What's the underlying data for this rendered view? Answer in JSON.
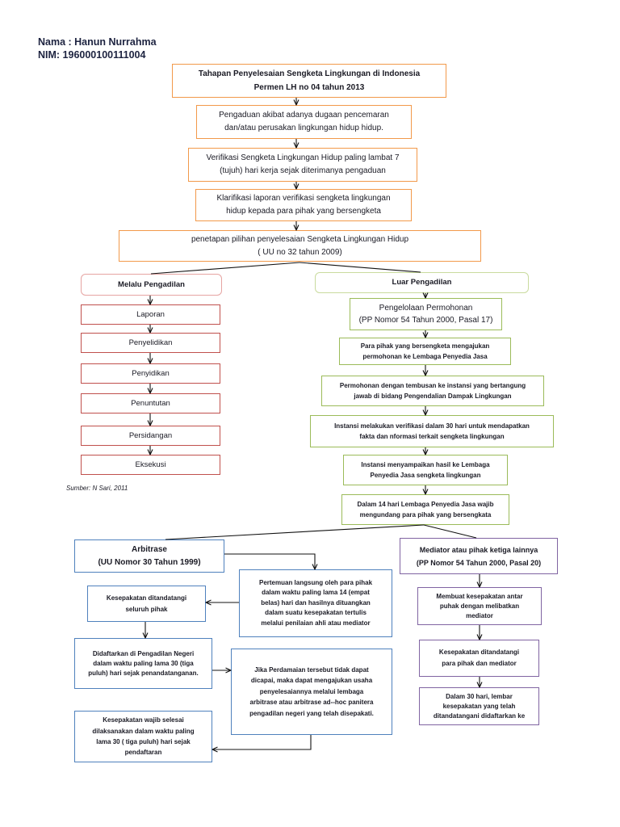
{
  "header": {
    "name": "Nama : Hanun Nurrahma",
    "nim": "NIM: 196000100111004"
  },
  "title_box": {
    "lines": [
      "Tahapan Penyelesaian Sengketa Lingkungan di Indonesia",
      "Permen LH no 04 tahun 2013"
    ]
  },
  "steps": [
    {
      "lines": [
        "Pengaduan akibat adanya dugaan pencemaran",
        "dan/atau perusakan lingkungan hidup hidup."
      ]
    },
    {
      "lines": [
        "Verifikasi Sengketa Lingkungan Hidup paling lambat 7",
        "(tujuh) hari kerja sejak diterimanya pengaduan"
      ]
    },
    {
      "lines": [
        "Klarifikasi laporan verifikasi sengketa lingkungan",
        "hidup kepada para pihak yang bersengketa"
      ]
    },
    {
      "lines": [
        "penetapan pilihan penyelesaian Sengketa Lingkungan Hidup",
        "( UU no 32 tahun 2009)"
      ]
    }
  ],
  "court": {
    "heading": "Melalu Pengadilan",
    "steps": [
      "Laporan",
      "Penyelidikan",
      "Penyidikan",
      "Penuntutan",
      "Persidangan",
      "Eksekusi"
    ],
    "source": "Sumber: N Sari, 2011"
  },
  "out_of_court": {
    "heading": "Luar Pengadilan",
    "steps": [
      {
        "lines": [
          "Pengelolaan Permohonan",
          "(PP Nomor 54 Tahun 2000, Pasal 17)"
        ]
      },
      {
        "lines": [
          "Para pihak yang bersengketa mengajukan",
          "permohonan ke Lembaga Penyedia Jasa"
        ]
      },
      {
        "lines": [
          "Permohonan dengan tembusan ke instansi yang bertangung",
          "jawab di bidang Pengendalian Dampak Lingkungan"
        ]
      },
      {
        "lines": [
          "Instansi melakukan verifikasi dalam 30 hari untuk mendapatkan",
          "fakta dan nformasi terkait sengketa  lingkungan"
        ]
      },
      {
        "lines": [
          "Instansi menyampaikan hasil ke Lembaga",
          "Penyedia Jasa sengketa  lingkungan"
        ]
      },
      {
        "lines": [
          "Dalam 14 hari Lembaga Penyedia Jasa wajib",
          "mengundang para pihak yang bersengkata"
        ]
      }
    ]
  },
  "arbitration": {
    "heading": [
      "Arbitrase",
      "(UU Nomor 30 Tahun 1999)"
    ],
    "meeting": [
      "Pertemuan langsung oleh para pihak",
      "dalam waktu paling lama 14 (empat",
      "belas) hari dan hasilnya dituangkan",
      "dalam suatu kesepakatan tertulis",
      "melalui penilaian ahli atau mediator"
    ],
    "signed": [
      "Kesepakatan ditandatangi",
      "seluruh pihak"
    ],
    "registered": [
      "Didaftarkan di Pengadilan Negeri",
      "dalam waktu paling lama 30 (tiga",
      "puluh) hari sejak penandatanganan."
    ],
    "failure": [
      "Jika Perdamaian tersebut tidak dapat",
      "dicapai, maka dapat mengajukan usaha",
      "penyelesaiannya melalui lembaga",
      "arbitrase atau arbitrase ad--hoc panitera",
      "pengadilan negeri yang telah disepakati."
    ],
    "execution": [
      "Kesepakatan wajib selesai",
      "dilaksanakan dalam waktu paling",
      "lama 30 ( tiga puluh) hari sejak",
      "pendaftaran"
    ]
  },
  "mediation": {
    "heading": [
      "Mediator atau pihak ketiga lainnya",
      "(PP Nomor 54 Tahun 2000, Pasal 20)"
    ],
    "agreement": [
      "Membuat kesepakatan  antar",
      "puhak dengan melibatkan",
      "mediator"
    ],
    "signed": [
      "Kesepakatan ditandatangi",
      "para pihak dan mediator"
    ],
    "registration": [
      "Dalam 30 hari, lembar",
      "kesepakatan yang telah",
      "ditandatangani didaftarkan ke"
    ]
  },
  "colors": {
    "orange": "#F2994A",
    "red": "#C0504D",
    "green": "#9BBB59",
    "pink": "#E6A4A2",
    "lime": "#C9DB9E",
    "blue": "#4F81BD",
    "purple": "#8064A2",
    "text": "#1a1a24",
    "header": "#1d2340",
    "line": "#111111"
  }
}
